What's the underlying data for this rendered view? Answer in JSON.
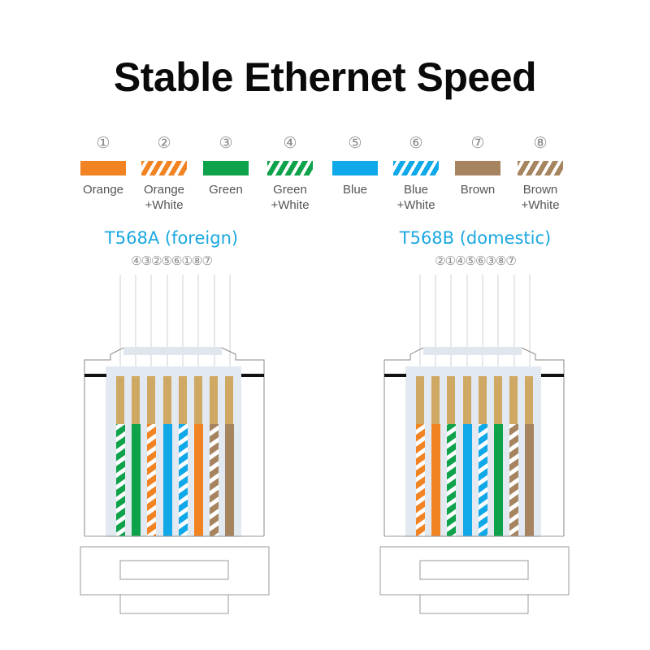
{
  "title": "Stable Ethernet Speed",
  "colors": {
    "orange": "#f28323",
    "green": "#0ea24a",
    "blue": "#0fa8e8",
    "brown": "#a5845f",
    "white": "#ffffff",
    "gold": "#cfa964",
    "accent_text": "#1ba8e0"
  },
  "legend": [
    {
      "num": "①",
      "label": "Orange",
      "label2": "",
      "color": "orange",
      "striped": false
    },
    {
      "num": "②",
      "label": "Orange",
      "label2": "+White",
      "color": "orange",
      "striped": true
    },
    {
      "num": "③",
      "label": "Green",
      "label2": "",
      "color": "green",
      "striped": false
    },
    {
      "num": "④",
      "label": "Green",
      "label2": "+White",
      "color": "green",
      "striped": true
    },
    {
      "num": "⑤",
      "label": "Blue",
      "label2": "",
      "color": "blue",
      "striped": false
    },
    {
      "num": "⑥",
      "label": "Blue",
      "label2": "+White",
      "color": "blue",
      "striped": true
    },
    {
      "num": "⑦",
      "label": "Brown",
      "label2": "",
      "color": "brown",
      "striped": false
    },
    {
      "num": "⑧",
      "label": "Brown",
      "label2": "+White",
      "color": "brown",
      "striped": true
    }
  ],
  "standards": [
    {
      "title": "T568A (foreign)",
      "order_text": "④③②⑤⑥①⑧⑦",
      "order": [
        4,
        3,
        2,
        5,
        6,
        1,
        8,
        7
      ]
    },
    {
      "title": "T568B (domestic)",
      "order_text": "②①④⑤⑥③⑧⑦",
      "order": [
        2,
        1,
        4,
        5,
        6,
        3,
        8,
        7
      ]
    }
  ]
}
